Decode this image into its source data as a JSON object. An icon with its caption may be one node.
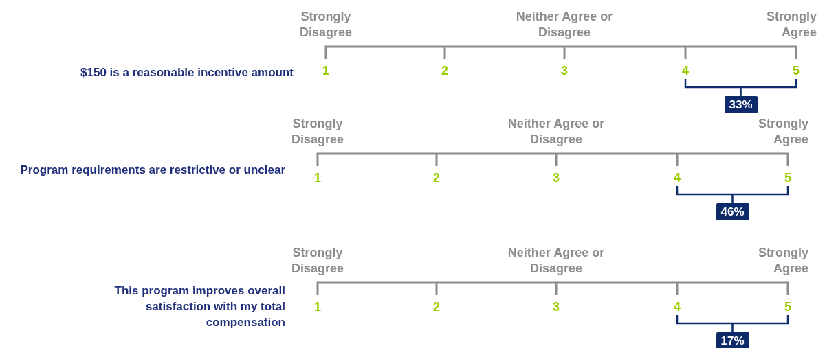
{
  "diagram": {
    "nodes": [
      {
        "text": [
          "33%"
        ]
      },
      {
        "text": [
          "46%"
        ]
      },
      {
        "text": [
          "17%"
        ]
      }
    ],
    "labels": [
      "Strongly Disagree",
      "Neither Agree or Disagree",
      "Strongly Agree",
      "$150 is a reasonable incentive amount",
      "1",
      "2",
      "3",
      "4",
      "5",
      "Strongly Disagree",
      "Neither Agree or Disagree",
      "Strongly Agree",
      "Program requirements are restrictive or unclear",
      "1",
      "2",
      "3",
      "4",
      "5",
      "Strongly Disagree",
      "Neither Agree or Disagree",
      "Strongly Agree",
      "This program improves overall satisfaction with my total compensation",
      "1",
      "2",
      "3",
      "4",
      "5"
    ]
  }
}
